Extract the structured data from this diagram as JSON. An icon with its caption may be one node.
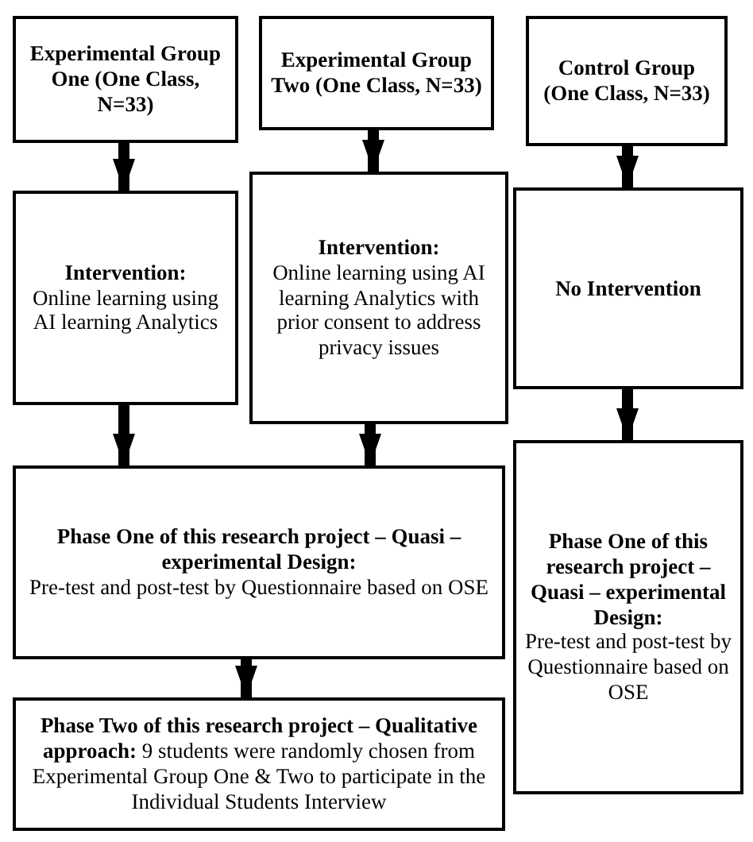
{
  "diagram": {
    "nodes": [
      {
        "text": [
          "Experimental Group One (One Class, N=33)"
        ]
      },
      {
        "text": [
          "Experimental Group Two (One Class, N=33)"
        ]
      },
      {
        "text": [
          "Control Group (One Class, N=33)"
        ]
      },
      {
        "text": [
          "Intervention:",
          "Online learning using AI learning Analytics"
        ]
      },
      {
        "text": [
          "Intervention:",
          "Online learning using AI learning Analytics with prior consent to address privacy issues"
        ]
      },
      {
        "text": [
          "No Intervention"
        ]
      },
      {
        "text": [
          "Phase One of this research project – Quasi – experimental Design:",
          "Pre-test and post-test by Questionnaire based on OSE"
        ]
      },
      {
        "text": [
          "**Phase Two of this research project – Qualitative approach:** 9 students were randomly chosen from Experimental Group One & Two to participate in the Individual Students Interview"
        ]
      },
      {
        "text": [
          "Phase One of this research project – Quasi – experimental Design:",
          "Pre-test and post-test by Questionnaire based on OSE"
        ]
      }
    ],
    "edges": [
      {
        "from": 0,
        "to": 3,
        "arrow": "to"
      },
      {
        "from": 1,
        "to": 4,
        "arrow": "to"
      },
      {
        "from": 2,
        "to": 5,
        "arrow": "to"
      },
      {
        "from": 3,
        "to": 6,
        "arrow": "to"
      },
      {
        "from": 4,
        "to": 6,
        "arrow": "to"
      },
      {
        "from": 5,
        "to": 8,
        "arrow": "to"
      },
      {
        "from": 6,
        "to": 7,
        "arrow": "to"
      }
    ]
  }
}
